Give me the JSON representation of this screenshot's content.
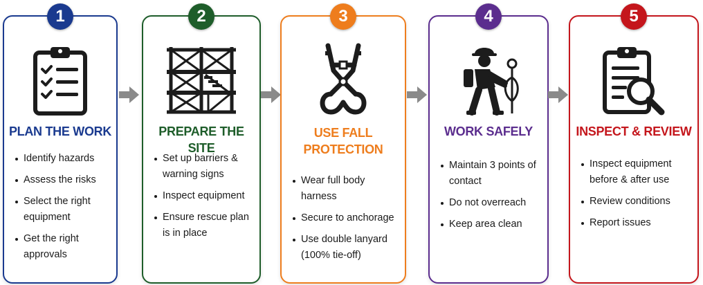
{
  "colors": {
    "step1": "#1a3a8f",
    "step2": "#1e5d2a",
    "step3": "#ee7d1d",
    "step4": "#5b2d8e",
    "step5": "#c4161c",
    "arrow": "#8a8a8a",
    "icon": "#1c1c1c"
  },
  "steps": [
    {
      "number": "1",
      "icon": "clipboard-checklist-icon",
      "title": "PLAN THE WORK",
      "bullets": [
        "Identify hazards",
        "Assess the risks",
        "Select the right equipment",
        "Get the right approvals"
      ]
    },
    {
      "number": "2",
      "icon": "scaffold-icon",
      "title": "PREPARE THE SITE",
      "bullets": [
        "Set up barriers & warning signs",
        "Inspect equipment",
        "Ensure rescue plan is in place"
      ]
    },
    {
      "number": "3",
      "icon": "harness-icon",
      "title": "USE FALL PROTECTION",
      "bullets": [
        "Wear full body harness",
        "Secure to anchorage",
        "Use double lanyard (100% tie-off)"
      ]
    },
    {
      "number": "4",
      "icon": "worker-icon",
      "title": "WORK SAFELY",
      "bullets": [
        "Maintain 3 points of contact",
        "Do not overreach",
        "Keep area clean"
      ]
    },
    {
      "number": "5",
      "icon": "clipboard-magnifier-icon",
      "title": "INSPECT & REVIEW",
      "bullets": [
        "Inspect equipment before & after use",
        "Review conditions",
        "Report issues"
      ]
    }
  ],
  "arrows": [
    "arrow-right-icon",
    "arrow-right-icon",
    "arrow-right-icon",
    "arrow-right-icon"
  ]
}
